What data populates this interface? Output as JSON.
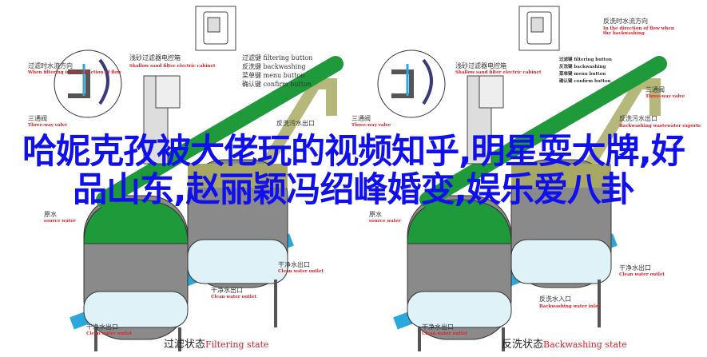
{
  "overlay_title": "哈妮克孜被大佬玩的视频知乎,明星耍大牌,好品山东,赵丽颖冯绍峰婚变,娱乐爱八卦",
  "left_panel": {
    "flow_cn": "过滤时水流方向",
    "flow_en": "When filtering in the direction of flow",
    "cabinet_cn": "浅砂过滤器电控箱",
    "cabinet_en": "Shallow sand filter electric cabinet",
    "buttons": [
      "过滤键 filtering button",
      "反洗键 backwashing",
      "菜单键 menu button",
      "确认键 confirm button"
    ],
    "valve_cn": "三通阀",
    "valve_en": "Three-way valve",
    "drain_cn": "反洗污水出口",
    "source_cn": "原水",
    "source_en": "source water",
    "outlet_cn": "干净水出口",
    "outlet_en": "Clean water outlet",
    "state_cn": "过滤状态",
    "state_en": "Filtering state"
  },
  "right_panel": {
    "flow_cn": "反洗时水流方向",
    "flow_en": "In the direction of flow when the backwashing",
    "cabinet_cn": "浅砂过滤器电控箱",
    "cabinet_en": "Shallow sand filter electric cabinet",
    "buttons": [
      "过滤键 filtering button",
      "反洗键 backwashing",
      "菜单键 menu button",
      "确认键 confirm button"
    ],
    "valve_cn": "三通阀",
    "valve_en": "Three-way valve",
    "drain_cn": "反洗污水出口",
    "drain_en": "Backwashing wastewater exports",
    "source_cn": "原水",
    "source_en": "source water",
    "outlet_cn": "干净水出口",
    "outlet_en": "Clean water outlet",
    "inlet_cn": "反洗水入口",
    "inlet_en": "Backwashing water inlet",
    "state_cn": "反洗状态",
    "state_en": "Backwashing state"
  },
  "colors": {
    "pipe_green": "#1e9a3a",
    "pipe_blue": "#2aa8dc",
    "olive": "#b5b87a",
    "title_blue": "#1010ee",
    "label_red": "#e0202a"
  }
}
